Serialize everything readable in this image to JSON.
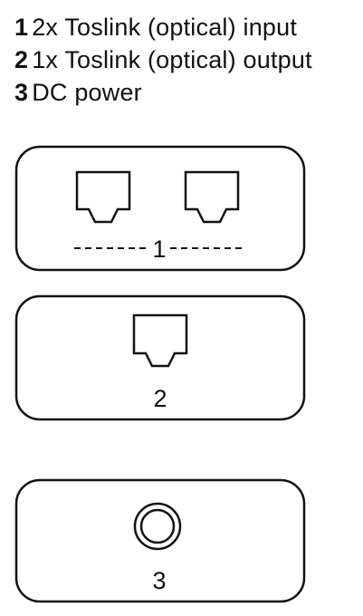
{
  "legend": [
    {
      "number": "1",
      "text": "2x Toslink (optical) input"
    },
    {
      "number": "2",
      "text": "1x Toslink (optical) output"
    },
    {
      "number": "3",
      "text": "DC power"
    }
  ],
  "panels": [
    {
      "label": "1",
      "port_icons": [
        "toslink-port-icon",
        "toslink-port-icon"
      ]
    },
    {
      "label": "2",
      "port_icons": [
        "toslink-port-icon"
      ]
    },
    {
      "label": "3",
      "port_icons": [
        "dc-power-jack-icon"
      ]
    }
  ],
  "colors": {
    "line": "#111111",
    "background": "#ffffff"
  }
}
